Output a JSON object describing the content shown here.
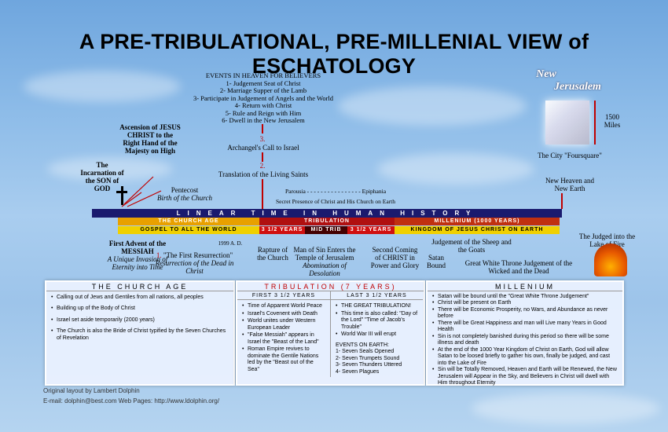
{
  "title": "A PRE-TRIBULATIONAL, PRE-MILLENIAL VIEW of ESCHATOLOGY",
  "heaven_events": {
    "title": "EVENTS IN HEAVEN FOR BELIEVERS",
    "items": [
      "1- Judgement Seat of Christ",
      "2- Marriage Supper of the Lamb",
      "3- Participate in Judgement of Angels and the World",
      "4- Return with Christ",
      "5- Rule and Reign with Him",
      "6- Dwell in the New Jerusalem"
    ]
  },
  "labels": {
    "ascension": "Ascension of JESUS CHRIST to the Right Hand of the Majesty on High",
    "incarnation": "The Incarnation of the SON of GOD",
    "pentecost": "Pentecost",
    "pentecost_sub": "Birth of the Church",
    "archangel": "Archangel's Call to Israel",
    "translation": "Translation of the Living Saints",
    "num3": "3.",
    "num2": "2.",
    "parousia": "Parousia - - - - - - - - - - - - - - - - Epiphania",
    "secret_presence": "Secret Presence of Christ and His Church on Earth",
    "new_jerusalem_1": "New",
    "new_jerusalem_2": "Jerusalem",
    "miles": "1500 Miles",
    "foursquare": "The City \"Foursquare\"",
    "new_heaven": "New Heaven and New Earth",
    "first_advent": "First Advent of the MESSIAH",
    "first_advent_sub": "A Unique Invasion of Eternity into Time",
    "first_res_num": "1.",
    "first_res": "\"The First Resurrection\"",
    "first_res_sub": "Resurrection of the Dead in Christ",
    "year": "1999 A. D.",
    "rapture": "Rapture of the Church",
    "man_of_sin": "Man of Sin Enters the Temple of Jerusalem",
    "man_of_sin_sub": "Abomination of Desolation",
    "second_coming": "Second Coming of CHRIST in Power and Glory",
    "satan_bound": "Satan Bound",
    "sheep_goats": "Judgement of the Sheep and the Goats",
    "gwt": "Great White Throne Judgement of the Wicked and the Dead",
    "judged_lake": "The Judged into the Lake of Fire"
  },
  "timeline": {
    "main": "LINEAR TIME IN HUMAN HISTORY",
    "church_age": "THE CHURCH AGE",
    "tribulation": "TRIBULATION",
    "millenium": "MILLENIUM (1000 YEARS)",
    "gospel": "GOSPEL TO ALL THE WORLD",
    "half1": "3 1/2 YEARS",
    "midtrib": "MID TRIB",
    "half2": "3 1/2 YEARS",
    "kingdom": "KINGDOM OF JESUS CHRIST ON EARTH"
  },
  "church_panel": {
    "head": "THE CHURCH AGE",
    "items": [
      "Calling out of Jews and Gentiles from all nations, all peoples",
      "Building up of the Body of Christ",
      "Israel set aside temporarily (2000 years)",
      "The Church is also the Bride of Christ typified by the Seven Churches of Revelation"
    ]
  },
  "trib_panel": {
    "head": "TRIBULATION (7 YEARS)",
    "first_head": "FIRST 3 1/2 YEARS",
    "first_items": [
      "Time of Apparent World Peace",
      "Israel's Covenent with Death",
      "World unites under Western European Leader",
      "\"False Messiah\" appears in Israel the \"Beast of the Land\"",
      "Roman Empire revives to dominate the Gentile Nations led by the \"Beast out of the Sea\""
    ],
    "last_head": "LAST 3 1/2 YEARS",
    "last_items": [
      "THE GREAT TRIBULATION!",
      "This time is also called: \"Day of the Lord\" \"Time of Jacob's Trouble\"",
      "World War III will erupt"
    ],
    "events_head": "EVENTS ON EARTH:",
    "events": [
      "1- Seven Seals Opened",
      "2- Seven Trumpets Sound",
      "3- Seven Thunders Uttered",
      "4- Seven Plagues"
    ]
  },
  "mill_panel": {
    "head": "MILLENIUM",
    "items": [
      "Satan will be bound until the \"Great White Throne Judgement\"",
      "Christ will be present on Earth",
      "There will be Economic Prosperity, no Wars, and Abundance as never before",
      "There will be Great Happiness and man will Live many Years in Good Health",
      "Sin is not completely banished during this period so there will be some illness and death",
      "At the end of the 1000 Year Kingdom of Christ on Earth, God will allow Satan to be loosed briefly to gather his own, finally be judged, and cast into the Lake of Fire",
      "Sin will be Totally Removed, Heaven and Earth will be Renewed, the New Jerusalem will Appear in the Sky, and Believers in Christ will dwell with Him throughout Eternity"
    ]
  },
  "footer": {
    "credit": "Original layout by Lambert Dolphin",
    "email": "E-mail:  dolphin@best.com      Web Pages:  http://www.ldolphin.org/"
  }
}
